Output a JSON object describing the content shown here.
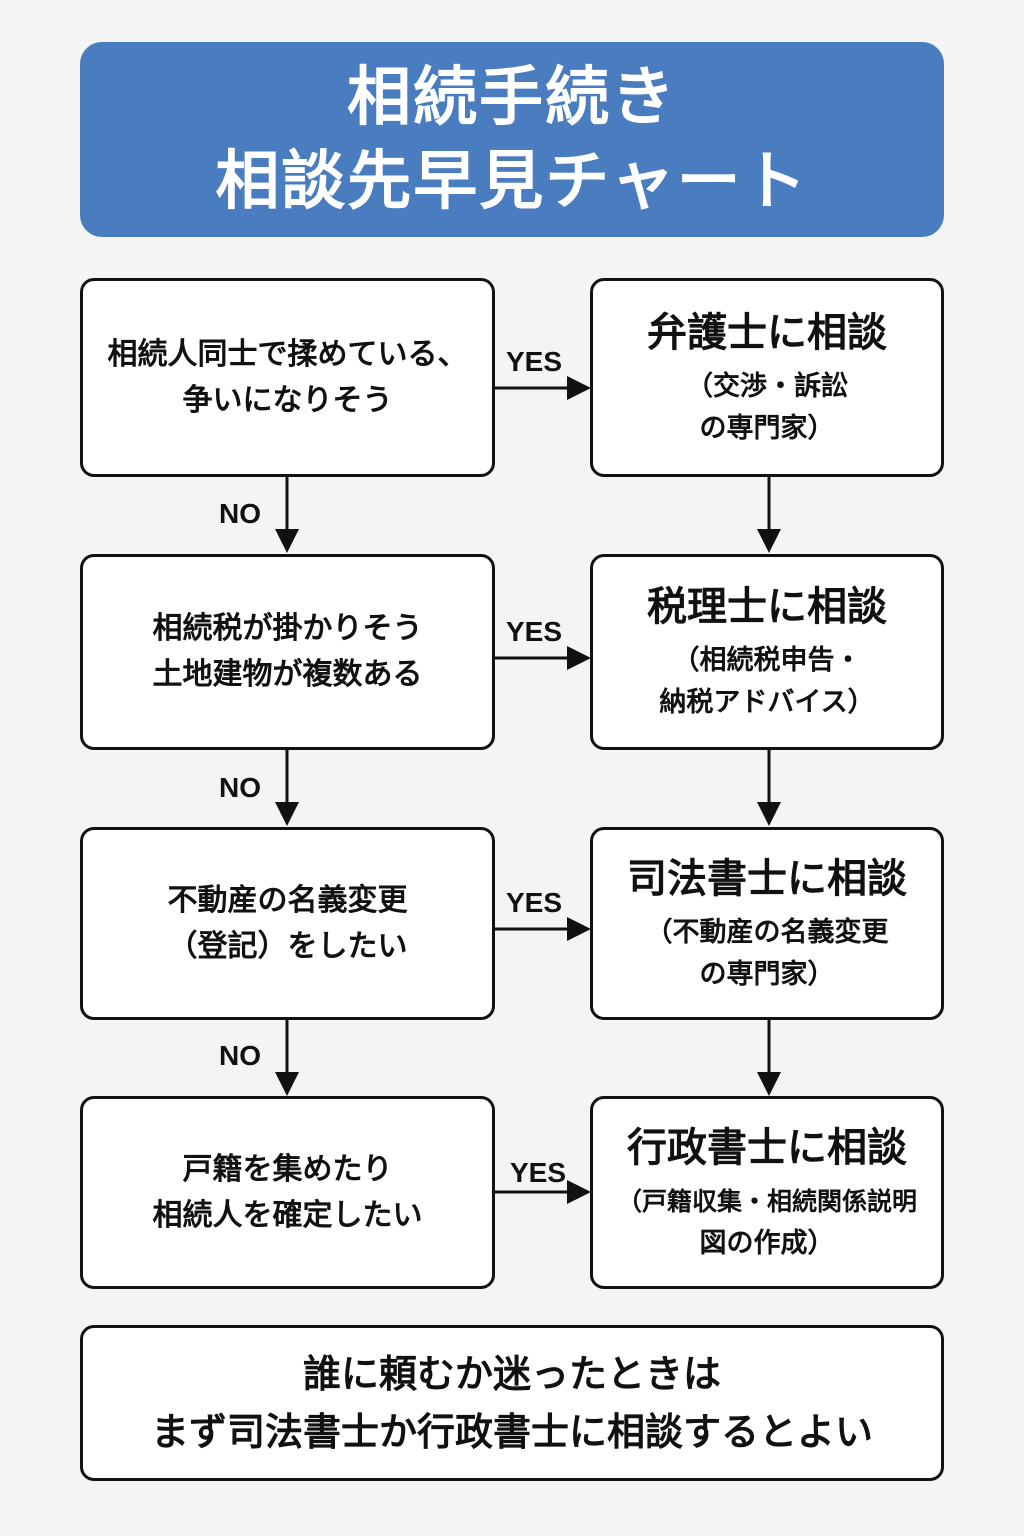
{
  "title": {
    "line1": "相続手続き",
    "line2": "相談先早見チャート"
  },
  "edge_labels": {
    "yes": "YES",
    "no": "NO"
  },
  "steps": [
    {
      "question": [
        "相続人同士で揉めている、",
        "争いになりそう"
      ],
      "advisor": "弁護士に相談",
      "detail": [
        "（交渉・訴訟",
        "の専門家）"
      ]
    },
    {
      "question": [
        "相続税が掛かりそう",
        "土地建物が複数ある"
      ],
      "advisor": "税理士に相談",
      "detail": [
        "（相続税申告・",
        "納税アドバイス）"
      ]
    },
    {
      "question": [
        "不動産の名義変更",
        "（登記）をしたい"
      ],
      "advisor": "司法書士に相談",
      "detail": [
        "（不動産の名義変更",
        "の専門家）"
      ]
    },
    {
      "question": [
        "戸籍を集めたり",
        "相続人を確定したい"
      ],
      "advisor": "行政書士に相談",
      "detail": [
        "（戸籍収集・相続関係説明",
        "図の作成）"
      ]
    }
  ],
  "footer": {
    "line1": "誰に頼むか迷ったときは",
    "line2": "まず司法書士か行政書士に相談するとよい"
  }
}
